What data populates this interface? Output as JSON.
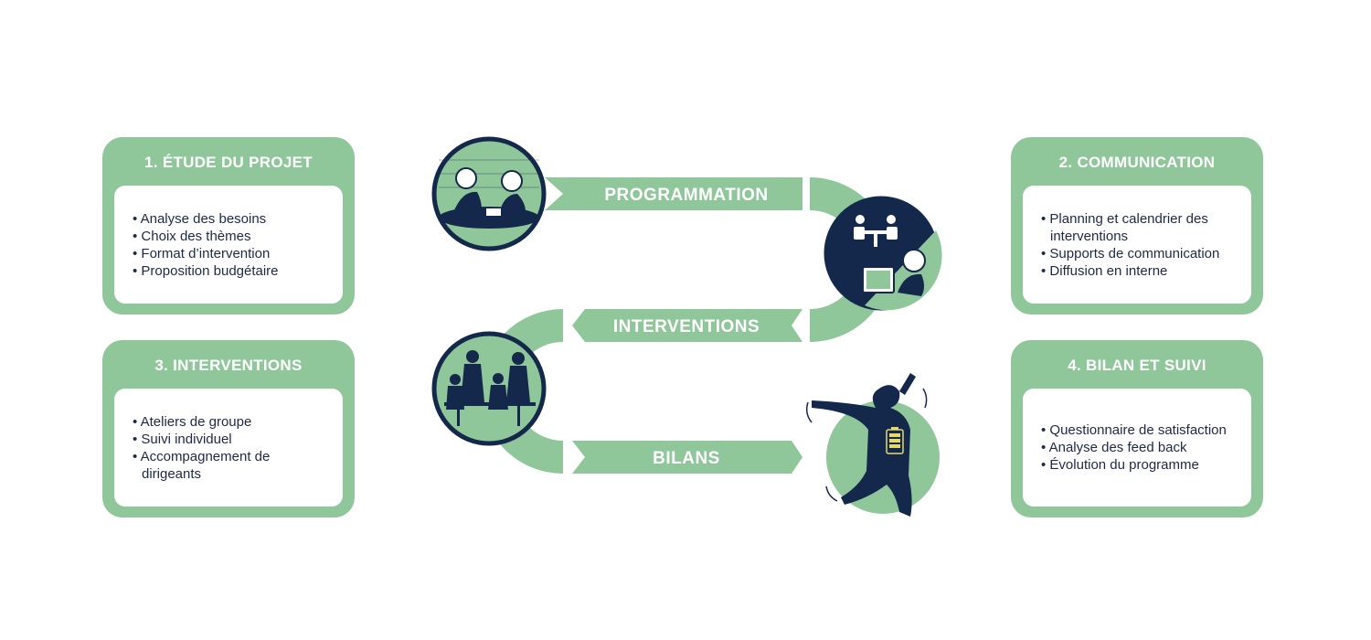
{
  "steps": [
    {
      "title": "1. ÉTUDE DU PROJET",
      "items": [
        "Analyse des besoins",
        "Choix des thèmes",
        "Format d’intervention",
        "Proposition budgétaire"
      ]
    },
    {
      "title": "2. COMMUNICATION",
      "items": [
        "Planning et calendrier des interventions",
        "Supports de communication",
        "Diffusion en interne"
      ]
    },
    {
      "title": "3. INTERVENTIONS",
      "items": [
        "Ateliers de groupe",
        "Suivi individuel",
        "Accompagnement de dirigeants"
      ]
    },
    {
      "title": "4. BILAN ET SUIVI",
      "items": [
        "Questionnaire de satisfaction",
        "Analyse des feed back",
        "Évolution du programme"
      ]
    }
  ],
  "flow": {
    "labels": [
      "PROGRAMMATION",
      "INTERVENTIONS",
      "BILANS"
    ]
  },
  "colors": {
    "green": "#8fc69a",
    "navy": "#13284a",
    "white": "#ffffff",
    "battery": "#e6d96a"
  },
  "icons": [
    "meeting-women-illustration",
    "meeting-people-icon",
    "tablet-video-call-illustration",
    "group-workshop-illustration",
    "jumping-woman-battery-illustration"
  ]
}
